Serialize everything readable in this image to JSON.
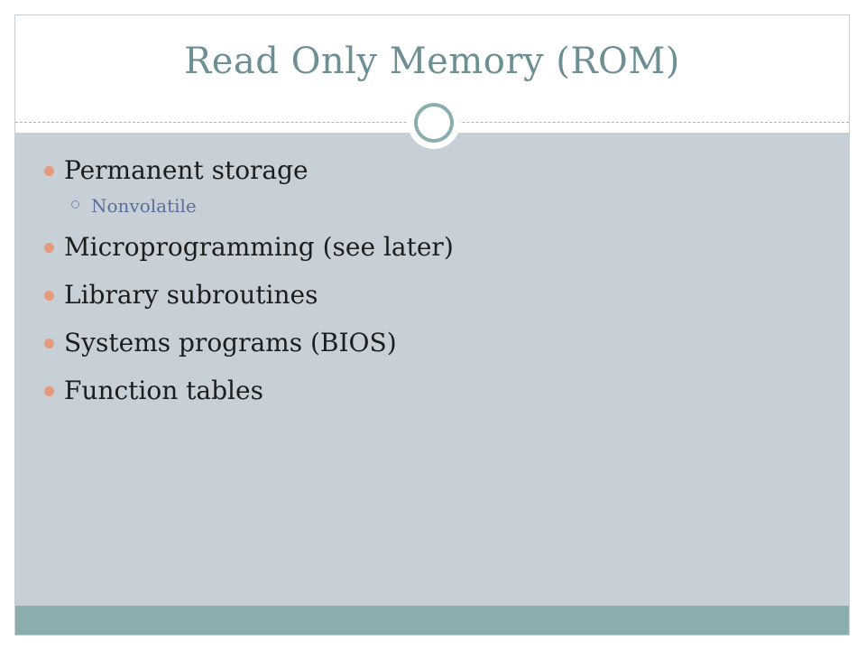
{
  "slide": {
    "title": "Read Only Memory (ROM)",
    "bullets": [
      {
        "text": "Permanent storage",
        "sub": [
          "Nonvolatile"
        ]
      },
      {
        "text": "Microprogramming (see later)",
        "sub": []
      },
      {
        "text": "Library subroutines",
        "sub": []
      },
      {
        "text": "Systems programs (BIOS)",
        "sub": []
      },
      {
        "text": "Function tables",
        "sub": []
      }
    ]
  },
  "colors": {
    "title": "#6d8f94",
    "content_background": "#c6d0d6",
    "footer_band": "#8aadae",
    "bullet_marker": "#e59b7b",
    "sub_bullet_text": "#5b6f9a"
  },
  "icons": {
    "title_ornament": "ring-ornament-icon",
    "bullet": "filled-circle-icon",
    "sub_bullet": "hollow-circle-icon"
  }
}
